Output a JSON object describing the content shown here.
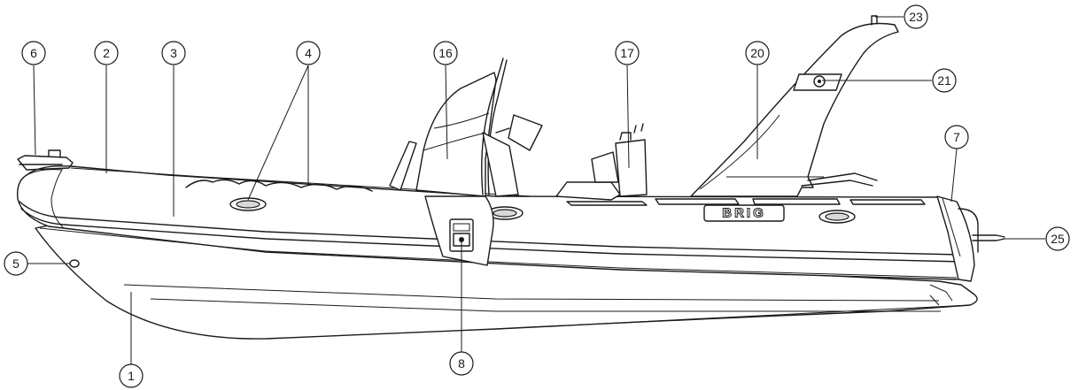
{
  "brand": {
    "hull_text": "BRIG"
  },
  "callouts": [
    {
      "id": "c6",
      "label": "6"
    },
    {
      "id": "c2",
      "label": "2"
    },
    {
      "id": "c3",
      "label": "3"
    },
    {
      "id": "c4",
      "label": "4"
    },
    {
      "id": "c16",
      "label": "16"
    },
    {
      "id": "c17",
      "label": "17"
    },
    {
      "id": "c20",
      "label": "20"
    },
    {
      "id": "c23",
      "label": "23"
    },
    {
      "id": "c21",
      "label": "21"
    },
    {
      "id": "c7",
      "label": "7"
    },
    {
      "id": "c25",
      "label": "25"
    },
    {
      "id": "c5",
      "label": "5"
    },
    {
      "id": "c1",
      "label": "1"
    },
    {
      "id": "c8",
      "label": "8"
    }
  ]
}
